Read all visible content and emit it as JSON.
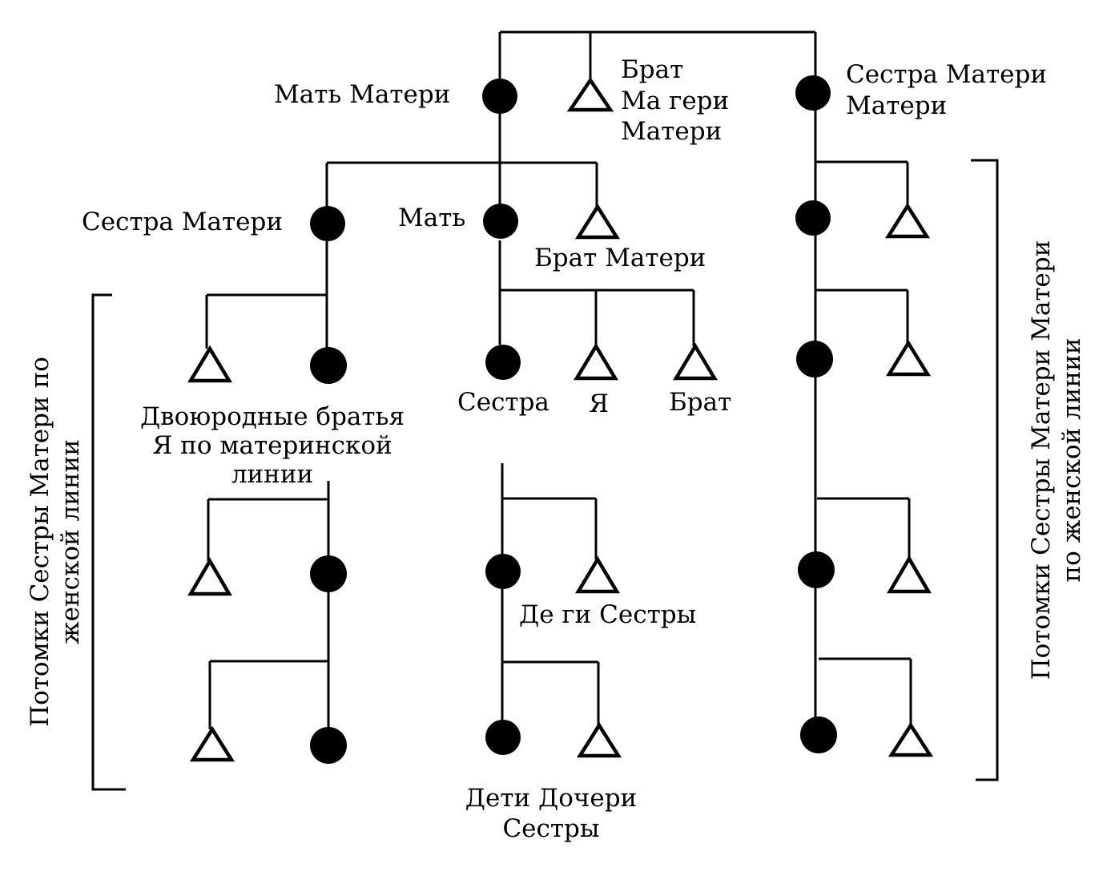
{
  "labels": {
    "mothers_mother": "Мать Матери",
    "mothers_mothers_brother": [
      "Брат",
      "Ма гери",
      "Матери"
    ],
    "mothers_mothers_sister": [
      "Сестра Матери",
      "Матери"
    ],
    "mothers_sister": "Сестра Матери",
    "mother": "Мать",
    "mothers_brother": "Брат Матери",
    "sister": "Сестра",
    "ego": "Я",
    "brother": "Брат",
    "cousins": [
      "Двоюродные братья",
      "Я по материнской",
      "линии"
    ],
    "sisters_children": "Де ги Сестры",
    "sisters_daughters_children": [
      "Дети Дочери",
      "Сестры"
    ],
    "left_bracket": [
      "Потомки Сестры Матери по",
      "женской линии"
    ],
    "right_bracket": [
      "Потомки Сестры Матери Матери",
      "по женской линии"
    ]
  },
  "symbols": {
    "female": "filled-circle",
    "male": "open-triangle"
  },
  "colors": {
    "ink": "#000000",
    "background": "#ffffff"
  }
}
